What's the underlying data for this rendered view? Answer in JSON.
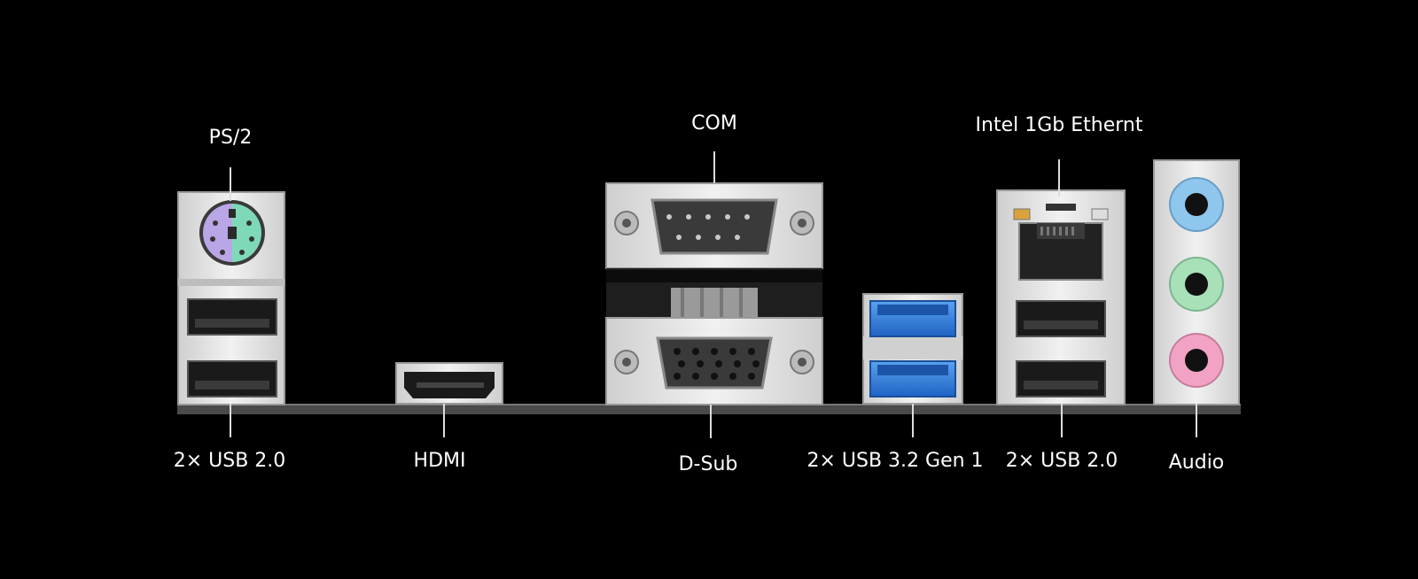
{
  "labels": {
    "ps2": "PS/2",
    "com": "COM",
    "ethernet": "Intel 1Gb Ethernt",
    "usb20_left": "2× USB 2.0",
    "hdmi": "HDMI",
    "dsub": "D-Sub",
    "usb32": "2× USB 3.2 Gen 1",
    "usb20_right": "2× USB 2.0",
    "audio": "Audio"
  },
  "colors": {
    "background": "#000000",
    "label": "#ffffff",
    "metal": "#e4e4e4",
    "ps2_keyboard": "#b9a6e6",
    "ps2_mouse": "#7ed9b8",
    "usb3_blue": "#2f7fe0",
    "audio_line_in": "#8ec6ee",
    "audio_line_out": "#a8e0b8",
    "audio_mic": "#f2a2c4"
  }
}
